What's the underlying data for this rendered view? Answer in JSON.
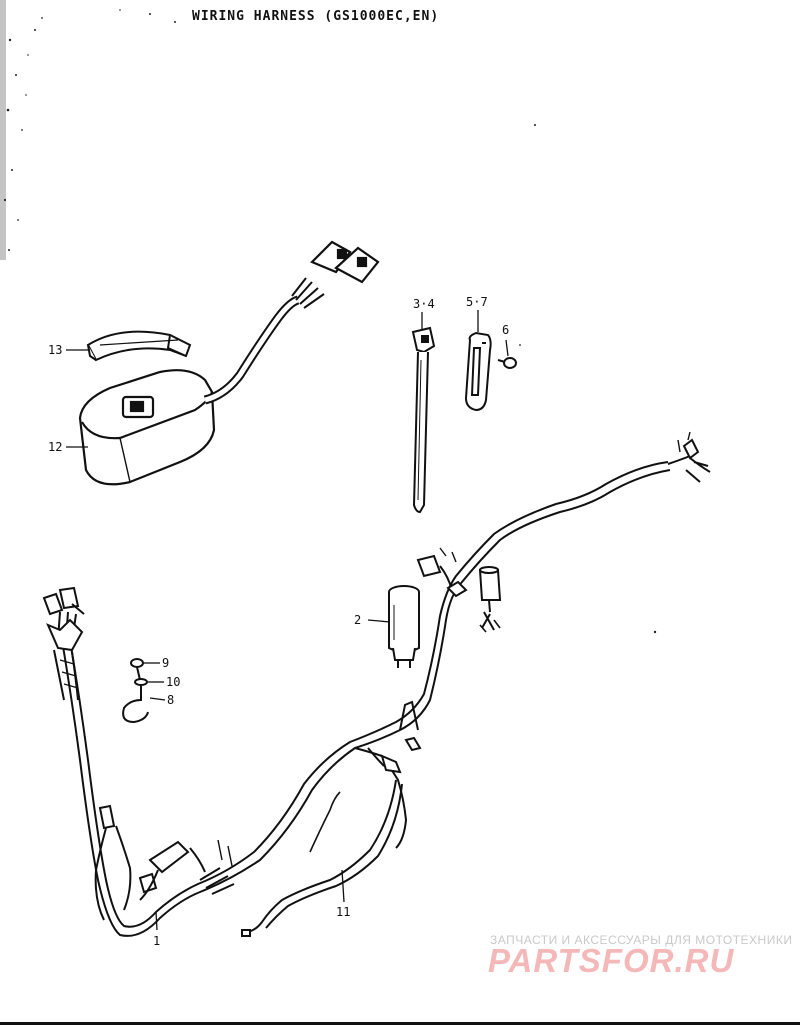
{
  "diagram": {
    "title": "WIRING HARNESS (GS1000EC,EN)",
    "part_labels": [
      "1",
      "2",
      "3·4",
      "5·7",
      "6",
      "8",
      "9",
      "10",
      "11",
      "12",
      "13"
    ]
  },
  "watermark": {
    "line1": "ЗАПЧАСТИ И АКСЕССУАРЫ ДЛЯ МОТОТЕХНИКИ",
    "line2": "PARTSFOR.RU",
    "color": "#f4b8b8"
  }
}
